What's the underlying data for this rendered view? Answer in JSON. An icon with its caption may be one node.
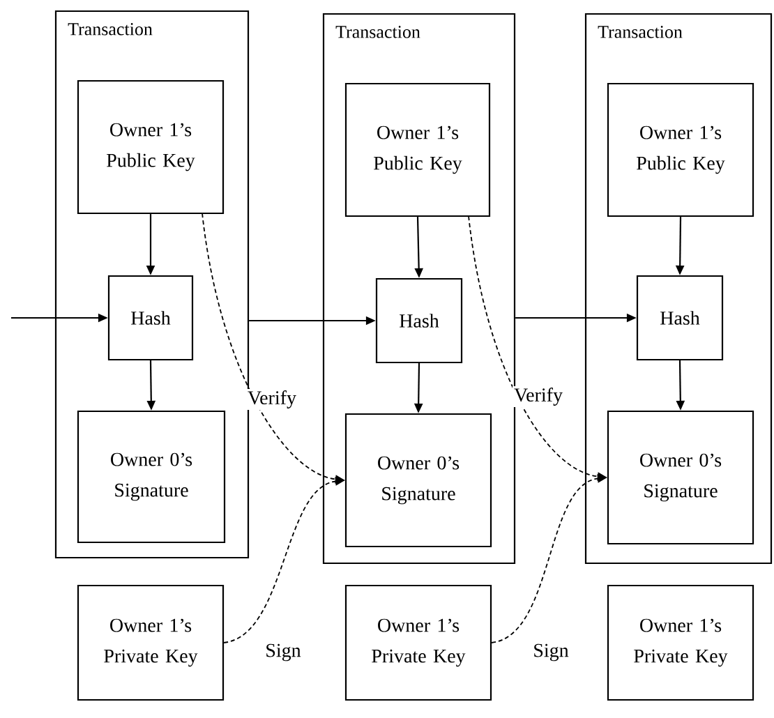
{
  "diagram": {
    "nodes": [
      {
        "text": [
          "Transaction"
        ]
      },
      {
        "text": [
          "Owner 1’s Public Key"
        ],
        "in": 0
      },
      {
        "text": [
          "Hash"
        ],
        "in": 0
      },
      {
        "text": [
          "Owner 0’s Signature"
        ],
        "in": 0
      },
      {
        "text": [
          "Transaction"
        ]
      },
      {
        "text": [
          "Owner 1’s Public Key"
        ],
        "in": 4
      },
      {
        "text": [
          "Hash"
        ],
        "in": 4
      },
      {
        "text": [
          "Owner 0’s Signature"
        ],
        "in": 4
      },
      {
        "text": [
          "Transaction"
        ]
      },
      {
        "text": [
          "Owner 1’s Public Key"
        ],
        "in": 8
      },
      {
        "text": [
          "Hash"
        ],
        "in": 8
      },
      {
        "text": [
          "Owner 0’s Signature"
        ],
        "in": 8
      },
      {
        "text": [
          "Owner 1’s Private Key"
        ]
      },
      {
        "text": [
          "Owner 1’s Private Key"
        ]
      },
      {
        "text": [
          "Owner 1’s Private Key"
        ]
      }
    ],
    "edges": [
      {
        "from": null,
        "to": 2,
        "arrow": "to"
      },
      {
        "from": 1,
        "to": 2,
        "arrow": "to"
      },
      {
        "from": 2,
        "to": 3,
        "arrow": "to"
      },
      {
        "from": 0,
        "to": 6,
        "arrow": "to"
      },
      {
        "from": 5,
        "to": 6,
        "arrow": "to"
      },
      {
        "from": 6,
        "to": 7,
        "arrow": "to"
      },
      {
        "from": 4,
        "to": 10,
        "arrow": "to"
      },
      {
        "from": 9,
        "to": 10,
        "arrow": "to"
      },
      {
        "from": 10,
        "to": 11,
        "arrow": "to"
      },
      {
        "from": 1,
        "to": 7,
        "arrow": "to",
        "label": "Verify",
        "style": "dashed"
      },
      {
        "from": 12,
        "to": 7,
        "arrow": "to",
        "label": "Sign",
        "style": "dashed"
      },
      {
        "from": 5,
        "to": 11,
        "arrow": "to",
        "label": "Verify",
        "style": "dashed"
      },
      {
        "from": 13,
        "to": 11,
        "arrow": "to",
        "label": "Sign",
        "style": "dashed"
      }
    ]
  }
}
